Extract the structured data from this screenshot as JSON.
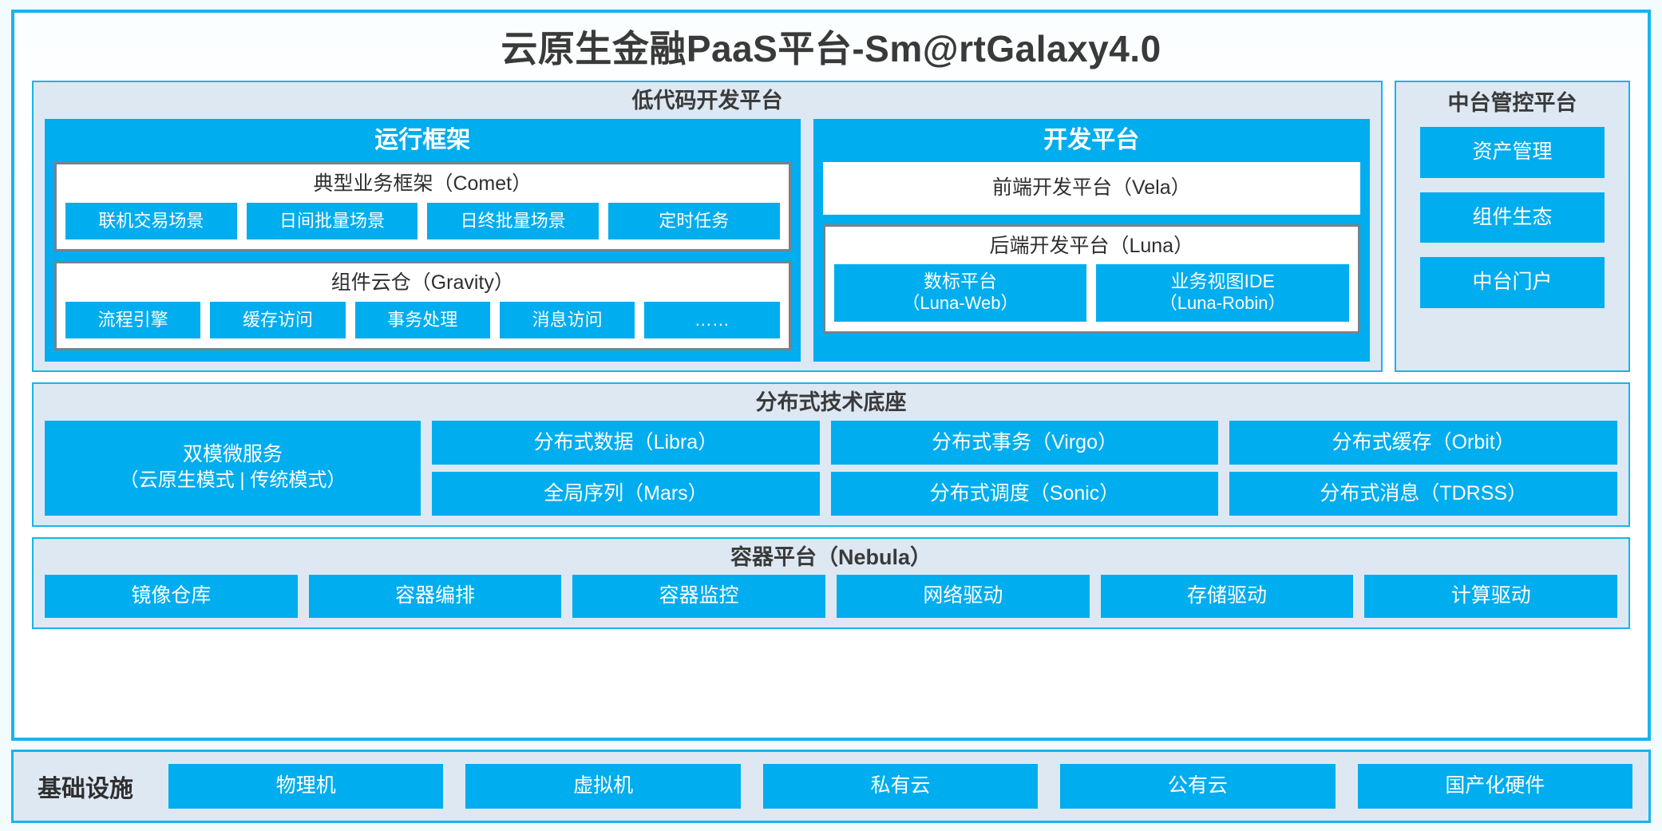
{
  "title": "云原生金融PaaS平台-Sm@rtGalaxy4.0",
  "colors": {
    "accent_blue": "#00ADEE",
    "frame_blue": "#18B4EC",
    "panel_bg": "#DEE8F3",
    "inner_border_gray": "#78818E",
    "page_bg": "#F2FBFD",
    "text_dark": "#3A3A3A",
    "text_on_blue": "#FFFFFF"
  },
  "lowcode": {
    "title": "低代码开发平台",
    "runtime": {
      "title": "运行框架",
      "comet": {
        "title": "典型业务框架（Comet）",
        "items": [
          "联机交易场景",
          "日间批量场景",
          "日终批量场景",
          "定时任务"
        ]
      },
      "gravity": {
        "title": "组件云仓（Gravity）",
        "items": [
          "流程引擎",
          "缓存访问",
          "事务处理",
          "消息访问",
          "……"
        ]
      }
    },
    "devplatform": {
      "title": "开发平台",
      "frontend": "前端开发平台（Vela）",
      "backend": {
        "title": "后端开发平台（Luna）",
        "items": [
          {
            "name": "数标平台",
            "code": "（Luna-Web）"
          },
          {
            "name": "业务视图IDE",
            "code": "（Luna-Robin）"
          }
        ]
      }
    }
  },
  "midcontrol": {
    "title": "中台管控平台",
    "items": [
      "资产管理",
      "组件生态",
      "中台门户"
    ]
  },
  "distributed": {
    "title": "分布式技术底座",
    "microservice": {
      "line1": "双模微服务",
      "line2": "（云原生模式 | 传统模式）"
    },
    "columns": [
      [
        "分布式数据（Libra）",
        "全局序列（Mars）"
      ],
      [
        "分布式事务（Virgo）",
        "分布式调度（Sonic）"
      ],
      [
        "分布式缓存（Orbit）",
        "分布式消息（TDRSS）"
      ]
    ]
  },
  "containerPlatform": {
    "title": "容器平台（Nebula）",
    "items": [
      "镜像仓库",
      "容器编排",
      "容器监控",
      "网络驱动",
      "存储驱动",
      "计算驱动"
    ]
  },
  "infrastructure": {
    "label": "基础设施",
    "items": [
      "物理机",
      "虚拟机",
      "私有云",
      "公有云",
      "国产化硬件"
    ]
  }
}
